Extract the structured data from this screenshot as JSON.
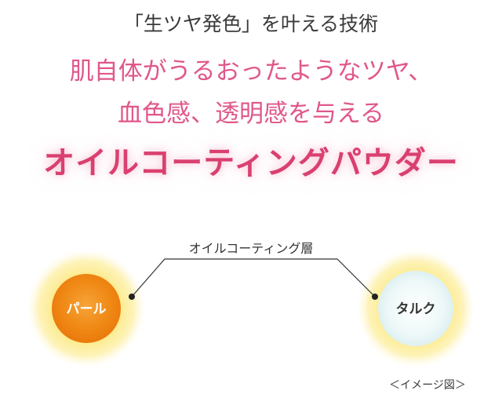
{
  "header": {
    "subtitle": "「生ツヤ発色」を叶える技術",
    "lead_line1": "肌自体がうるおったようなツヤ、",
    "lead_line2": "血色感、透明感を与える",
    "product_name": "オイルコーティングパウダー"
  },
  "diagram": {
    "layer_label": "オイルコーティング層",
    "left_particle_label": "パール",
    "right_particle_label": "タルク",
    "caption": "＜イメージ図＞"
  },
  "colors": {
    "accent_pink": "#e0578a",
    "product_pink": "#d9406f",
    "pearl_orange": "#f08a16",
    "talc_core": "#eef8f8",
    "glow_yellow": "#fbe76a"
  }
}
